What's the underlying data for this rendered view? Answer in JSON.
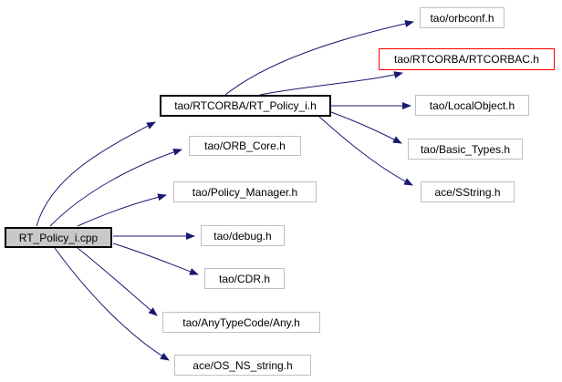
{
  "graph": {
    "type": "include-dependency-graph",
    "background_color": "#ffffff",
    "edge_color": "#191970",
    "focus_node_fill": "#c8c8c8",
    "focus_node_border": "#000000",
    "leaf_node_border": "#c0c0c0",
    "highlight_node_border": "#ff0000",
    "node_fill": "#ffffff",
    "text_color": "#000000"
  },
  "nodes": [
    {
      "id": "rt-policy-i-cpp",
      "label": "RT_Policy_i.cpp",
      "role": "focus"
    },
    {
      "id": "rt-policy-i-h",
      "label": "tao/RTCORBA/RT_Policy_i.h",
      "role": "linked"
    },
    {
      "id": "orbconf-h",
      "label": "tao/orbconf.h",
      "role": "leaf"
    },
    {
      "id": "rtcorbac-h",
      "label": "tao/RTCORBA/RTCORBAC.h",
      "role": "highlighted"
    },
    {
      "id": "localobject-h",
      "label": "tao/LocalObject.h",
      "role": "leaf"
    },
    {
      "id": "basic-types-h",
      "label": "tao/Basic_Types.h",
      "role": "leaf"
    },
    {
      "id": "sstring-h",
      "label": "ace/SString.h",
      "role": "leaf"
    },
    {
      "id": "orb-core-h",
      "label": "tao/ORB_Core.h",
      "role": "leaf"
    },
    {
      "id": "policy-manager-h",
      "label": "tao/Policy_Manager.h",
      "role": "leaf"
    },
    {
      "id": "debug-h",
      "label": "tao/debug.h",
      "role": "leaf"
    },
    {
      "id": "cdr-h",
      "label": "tao/CDR.h",
      "role": "leaf"
    },
    {
      "id": "anytypecode-any-h",
      "label": "tao/AnyTypeCode/Any.h",
      "role": "leaf"
    },
    {
      "id": "os-ns-string-h",
      "label": "ace/OS_NS_string.h",
      "role": "leaf"
    }
  ],
  "edges": [
    {
      "from": "RT_Policy_i.cpp",
      "to": "tao/RTCORBA/RT_Policy_i.h"
    },
    {
      "from": "RT_Policy_i.cpp",
      "to": "tao/ORB_Core.h"
    },
    {
      "from": "RT_Policy_i.cpp",
      "to": "tao/Policy_Manager.h"
    },
    {
      "from": "RT_Policy_i.cpp",
      "to": "tao/debug.h"
    },
    {
      "from": "RT_Policy_i.cpp",
      "to": "tao/CDR.h"
    },
    {
      "from": "RT_Policy_i.cpp",
      "to": "tao/AnyTypeCode/Any.h"
    },
    {
      "from": "RT_Policy_i.cpp",
      "to": "ace/OS_NS_string.h"
    },
    {
      "from": "tao/RTCORBA/RT_Policy_i.h",
      "to": "tao/orbconf.h"
    },
    {
      "from": "tao/RTCORBA/RT_Policy_i.h",
      "to": "tao/RTCORBA/RTCORBAC.h"
    },
    {
      "from": "tao/RTCORBA/RT_Policy_i.h",
      "to": "tao/LocalObject.h"
    },
    {
      "from": "tao/RTCORBA/RT_Policy_i.h",
      "to": "tao/Basic_Types.h"
    },
    {
      "from": "tao/RTCORBA/RT_Policy_i.h",
      "to": "ace/SString.h"
    }
  ]
}
